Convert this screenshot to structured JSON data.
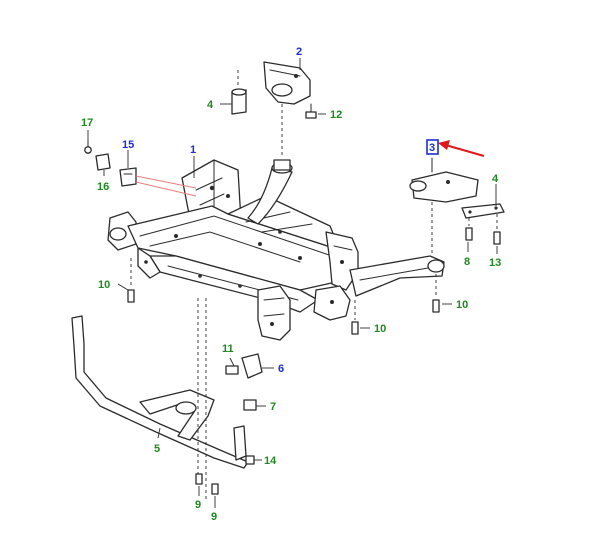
{
  "callouts": [
    {
      "id": "1",
      "num": "1",
      "color": "#1c2fd1"
    },
    {
      "id": "2",
      "num": "2",
      "color": "#1c2fd1"
    },
    {
      "id": "3",
      "num": "3",
      "color": "#1c2fd1",
      "highlighted": true
    },
    {
      "id": "4a",
      "num": "4",
      "color": "#1f8a1f"
    },
    {
      "id": "4b",
      "num": "4",
      "color": "#1f8a1f"
    },
    {
      "id": "5",
      "num": "5",
      "color": "#1f8a1f"
    },
    {
      "id": "6",
      "num": "6",
      "color": "#1c2fd1"
    },
    {
      "id": "7",
      "num": "7",
      "color": "#1f8a1f"
    },
    {
      "id": "8",
      "num": "8",
      "color": "#1f8a1f"
    },
    {
      "id": "9a",
      "num": "9",
      "color": "#1f8a1f"
    },
    {
      "id": "9b",
      "num": "9",
      "color": "#1f8a1f"
    },
    {
      "id": "10a",
      "num": "10",
      "color": "#1f8a1f"
    },
    {
      "id": "10b",
      "num": "10",
      "color": "#1f8a1f"
    },
    {
      "id": "10c",
      "num": "10",
      "color": "#1f8a1f"
    },
    {
      "id": "11",
      "num": "11",
      "color": "#1f8a1f"
    },
    {
      "id": "12",
      "num": "12",
      "color": "#1f8a1f"
    },
    {
      "id": "13",
      "num": "13",
      "color": "#1f8a1f"
    },
    {
      "id": "14",
      "num": "14",
      "color": "#1f8a1f"
    },
    {
      "id": "15",
      "num": "15",
      "color": "#1c2fd1"
    },
    {
      "id": "16",
      "num": "16",
      "color": "#1f8a1f"
    },
    {
      "id": "17",
      "num": "17",
      "color": "#1f8a1f"
    }
  ],
  "colors": {
    "line_art": "#2b2b2b",
    "callout_green": "#1f8a1f",
    "callout_blue": "#1c2fd1",
    "pointer_arrow": "#e01818",
    "leader_highlight": "#e88080"
  }
}
